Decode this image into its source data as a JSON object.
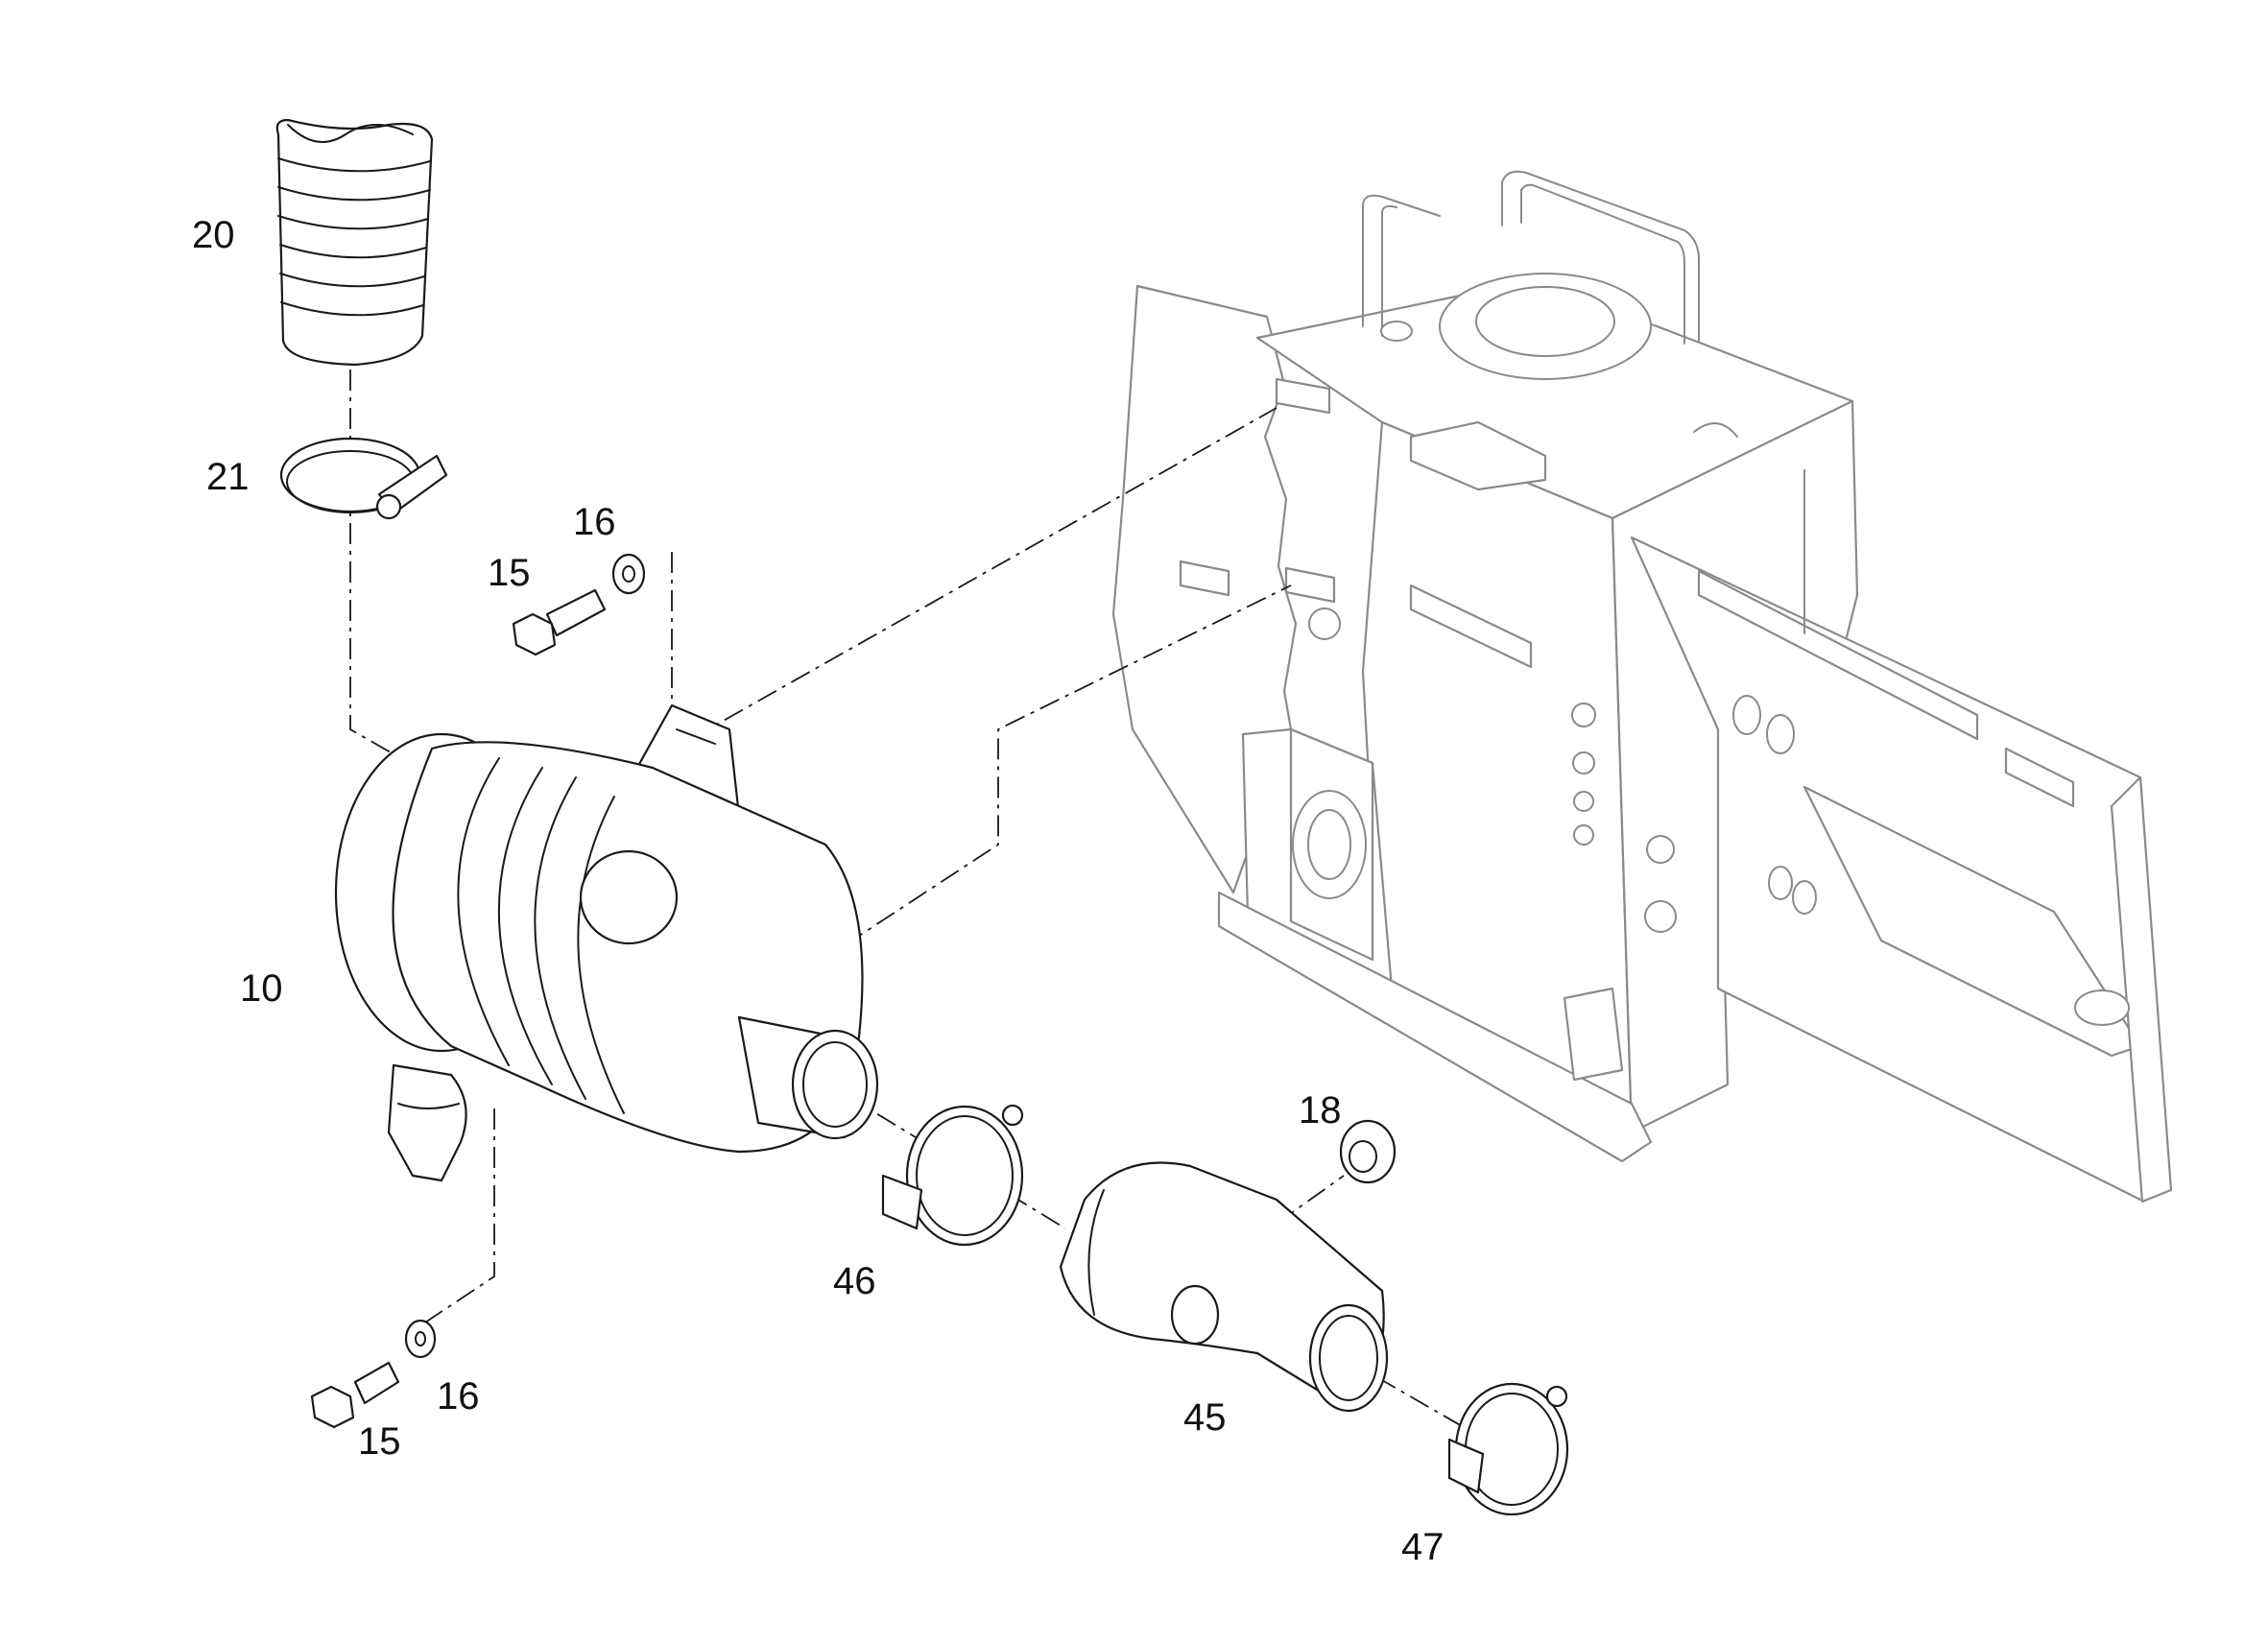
{
  "callouts": [
    {
      "id": "20",
      "label": "20"
    },
    {
      "id": "21",
      "label": "21"
    },
    {
      "id": "16a",
      "label": "16"
    },
    {
      "id": "15a",
      "label": "15"
    },
    {
      "id": "10",
      "label": "10"
    },
    {
      "id": "18",
      "label": "18"
    },
    {
      "id": "46",
      "label": "46"
    },
    {
      "id": "45",
      "label": "45"
    },
    {
      "id": "16b",
      "label": "16"
    },
    {
      "id": "15b",
      "label": "15"
    },
    {
      "id": "47",
      "label": "47"
    }
  ]
}
